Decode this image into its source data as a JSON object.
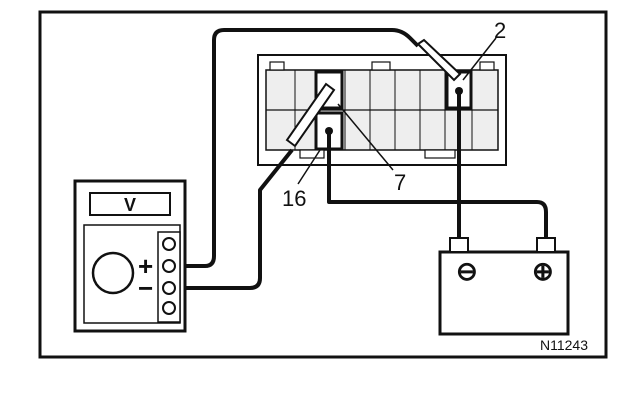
{
  "figure": {
    "callouts": {
      "terminal_2": "2",
      "terminal_7": "7",
      "terminal_16": "16"
    },
    "voltmeter": {
      "display_unit": "V",
      "positive_sign": "+",
      "negative_sign": "−"
    },
    "battery": {
      "negative_symbol": "⊖",
      "positive_symbol": "⊕"
    },
    "reference_code": "N11243"
  },
  "colors": {
    "ink": "#111111",
    "paper": "#ffffff",
    "fill_gray": "#d9d9d9",
    "dark_fill": "#222222"
  }
}
